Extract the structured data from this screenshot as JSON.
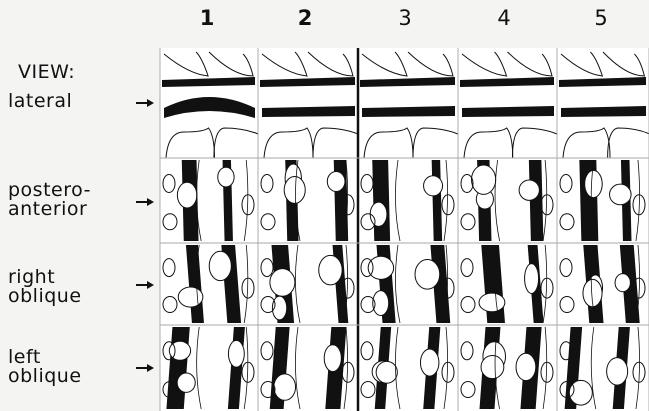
{
  "columns": [
    {
      "label": "1",
      "bold": true
    },
    {
      "label": "2",
      "bold": true
    },
    {
      "label": "3",
      "bold": false
    },
    {
      "label": "4",
      "bold": false
    },
    {
      "label": "5",
      "bold": false
    }
  ],
  "view_heading": "VIEW:",
  "rows": [
    {
      "label": "lateral"
    },
    {
      "label": "postero-\nanterior"
    },
    {
      "label": "right\noblique"
    },
    {
      "label": "left\noblique"
    }
  ],
  "colors": {
    "ink": "#111111",
    "paper": "#f4f4f2",
    "cell": "#ffffff"
  }
}
